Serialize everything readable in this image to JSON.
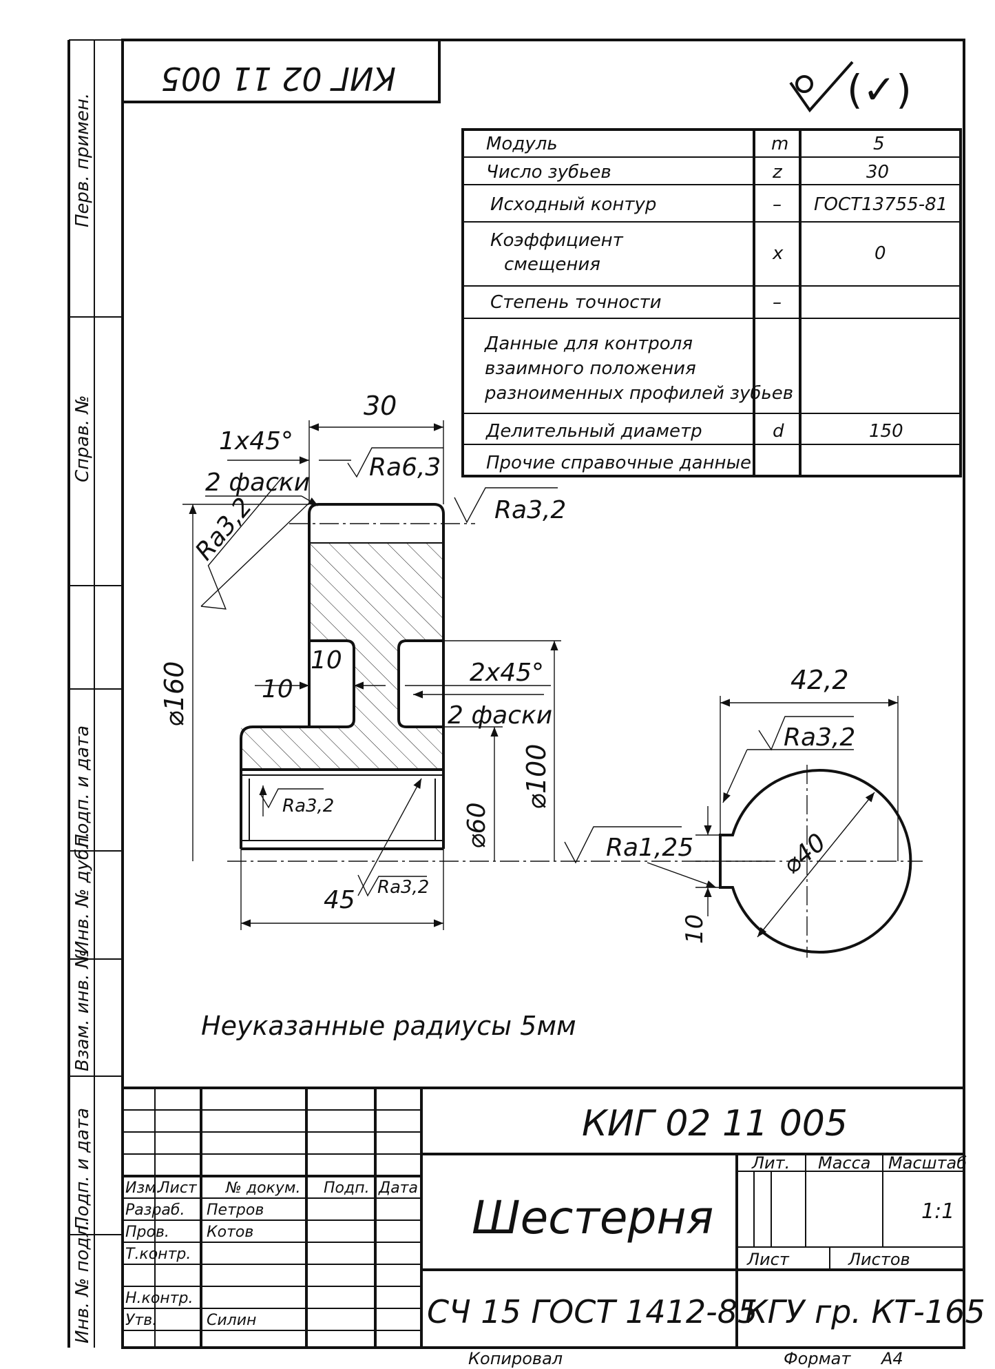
{
  "stamp_top": "КИГ 02 11 005",
  "roughness_symbol": "(✓)",
  "params_table": {
    "rows": [
      {
        "name": "Модуль",
        "symbol": "m",
        "value": "5"
      },
      {
        "name": "Число зубьев",
        "symbol": "z",
        "value": "30"
      },
      {
        "name": "Исходный контур",
        "symbol": "–",
        "value": "ГОСТ13755-81"
      },
      {
        "name_lines": [
          "Коэффициент",
          "смещения"
        ],
        "symbol": "x",
        "value": "0"
      },
      {
        "name": "Степень точности",
        "symbol": "–",
        "value": ""
      },
      {
        "name_lines": [
          "Данные для контроля",
          "взаимного положения",
          "разноименных профилей зубьев"
        ],
        "symbol": "",
        "value": ""
      },
      {
        "name": "Делительный диаметр",
        "symbol": "d",
        "value": "150"
      },
      {
        "name": "Прочие справочные данные",
        "symbol": "",
        "value": ""
      }
    ]
  },
  "dimensions": {
    "width_30": "30",
    "chamfer_1x45": "1x45°",
    "chamfers_2a": "2 фаски",
    "ra63": "Ra6,3",
    "ra32_right": "Ra3,2",
    "ra32_left": "Ra3,2",
    "dia160": "⌀160",
    "dim10_left": "10",
    "dim10_groove": "10",
    "chamfer_2x45": "2x45°",
    "chamfers_2b": "2 фаски",
    "dia100": "⌀100",
    "dia60": "⌀60",
    "ra32_bore": "Ra3,2",
    "ra32_hub": "Ra3,2",
    "dim45": "45",
    "dim422": "42,2",
    "ra32_section": "Ra3,2",
    "ra125": "Ra1,25",
    "dia40": "⌀40",
    "dim10_key": "10"
  },
  "note": "Неуказанные радиусы 5мм",
  "side_labels": {
    "perv_primen": "Перв. примен.",
    "sprav_no": "Справ. №",
    "podp_data_1": "Подп. и дата",
    "inv_dubl": "Инв. № дубл.",
    "vzam_inv": "Взам. инв. №",
    "podp_data_2": "Подп. и дата",
    "inv_podl": "Инв. № подл."
  },
  "title_block": {
    "designation": "КИГ 02 11 005",
    "part_name": "Шестерня",
    "material": "СЧ 15 ГОСТ 1412-85",
    "organization": "КГУ гр. КТ-165",
    "lit_label": "Лит.",
    "mass_label": "Масса",
    "scale_label": "Масштаб",
    "scale_value": "1:1",
    "sheet_label": "Лист",
    "sheets_label": "Листов",
    "col_headers": [
      "Изм.",
      "Лист",
      "№ докум.",
      "Подп.",
      "Дата"
    ],
    "roles": [
      {
        "role": "Разраб.",
        "name": "Петров"
      },
      {
        "role": "Пров.",
        "name": "Котов"
      },
      {
        "role": "Т.контр.",
        "name": ""
      },
      {
        "role": "",
        "name": ""
      },
      {
        "role": "Н.контр.",
        "name": ""
      },
      {
        "role": "Утв.",
        "name": "Силин"
      }
    ]
  },
  "footer": {
    "copied": "Копировал",
    "format_label": "Формат",
    "format_value": "А4"
  }
}
